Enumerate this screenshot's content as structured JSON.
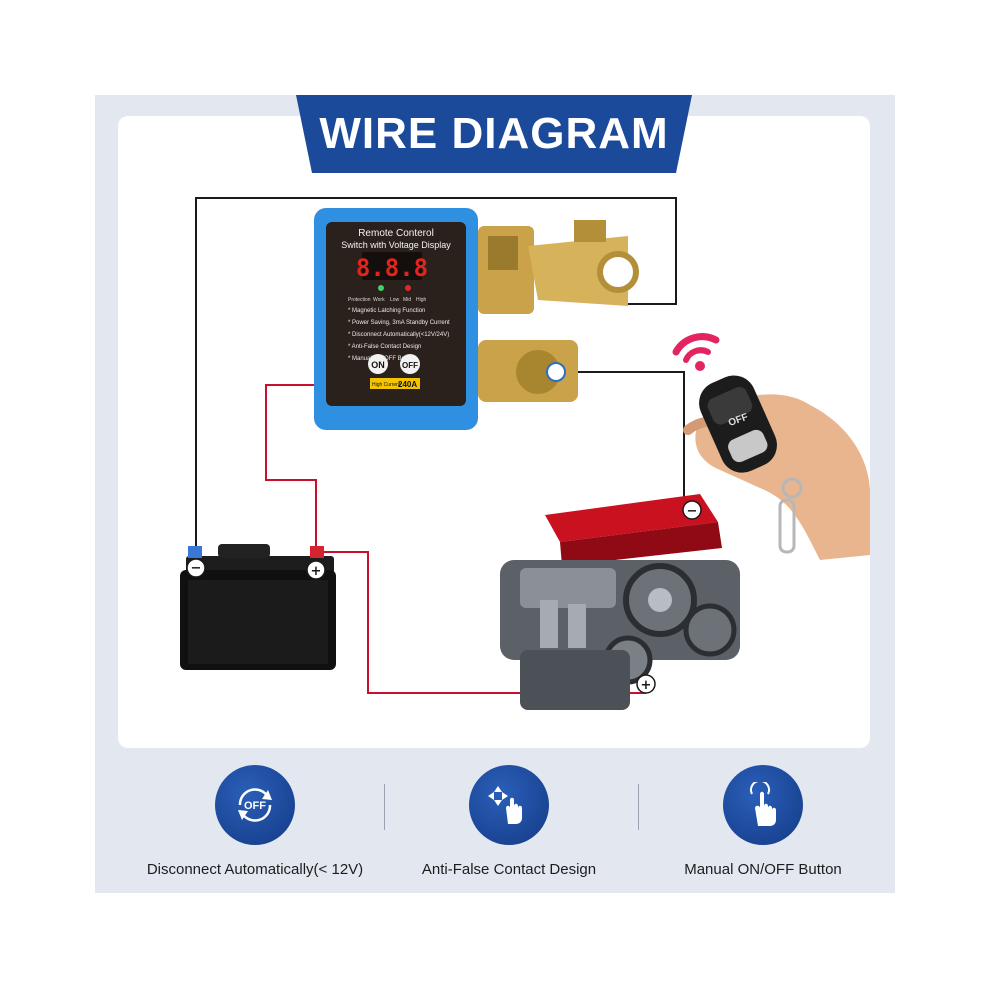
{
  "header": {
    "title": "WIRE DIAGRAM"
  },
  "device": {
    "title_line1": "Remote Conterol",
    "title_line2": "Switch with Voltage Display",
    "display_value": "8.8.8",
    "indicators": [
      "Protection",
      "Work",
      "Low",
      "Mid",
      "High"
    ],
    "feature_list": [
      "* Magnetic Latching Function",
      "* Power Saving, 3mA Standby Current",
      "* Disconnect Automatically(<12V/24V)",
      "* Anti-False Contact Design",
      "* Manual ON/OFF Button"
    ],
    "on_label": "ON",
    "off_label": "OFF",
    "current_badge_text": "High Current",
    "current_badge_value": "240A"
  },
  "remote": {
    "button_label": "OFF"
  },
  "terminals": {
    "negative": "−",
    "positive": "+"
  },
  "features": [
    {
      "label": "Disconnect Automatically(< 12V)",
      "icon": "off-cycle-icon"
    },
    {
      "label": "Anti-False Contact Design",
      "icon": "touch-move-icon"
    },
    {
      "label": "Manual ON/OFF Button",
      "icon": "finger-press-icon"
    }
  ],
  "colors": {
    "banner_blue": "#1b4a9b",
    "device_blue": "#2f8fe0",
    "wire_red": "#c8102e",
    "wire_black": "#1a1a1a",
    "feature_icon_blue": "#1d4fa3"
  }
}
